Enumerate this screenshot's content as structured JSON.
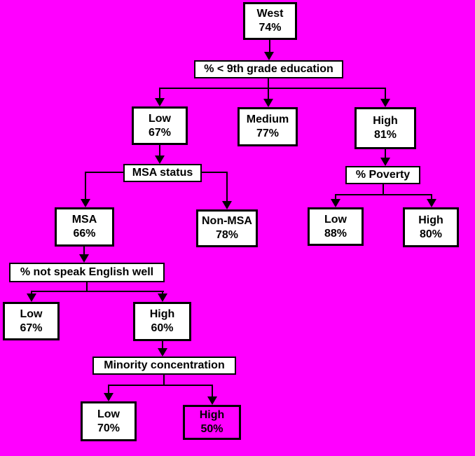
{
  "colors": {
    "background": "#FF00FF",
    "node_fill": "#FFFFFF",
    "highlight_node_fill": "#FF00FF",
    "border": "#000000",
    "text": "#000000"
  },
  "nodes": {
    "west": {
      "title": "West",
      "value": "74%"
    },
    "edu_low": {
      "title": "Low",
      "value": "67%"
    },
    "edu_medium": {
      "title": "Medium",
      "value": "77%"
    },
    "edu_high": {
      "title": "High",
      "value": "81%"
    },
    "msa": {
      "title": "MSA",
      "value": "66%"
    },
    "non_msa": {
      "title": "Non-MSA",
      "value": "78%"
    },
    "poverty_low": {
      "title": "Low",
      "value": "88%"
    },
    "poverty_high": {
      "title": "High",
      "value": "80%"
    },
    "english_low": {
      "title": "Low",
      "value": "67%"
    },
    "english_high": {
      "title": "High",
      "value": "60%"
    },
    "minority_low": {
      "title": "Low",
      "value": "70%"
    },
    "minority_high": {
      "title": "High",
      "value": "50%"
    }
  },
  "splits": {
    "education": "% < 9th grade education",
    "msa_status": "MSA status",
    "poverty": "% Poverty",
    "english": "% not speak English well",
    "minority": "Minority concentration"
  }
}
